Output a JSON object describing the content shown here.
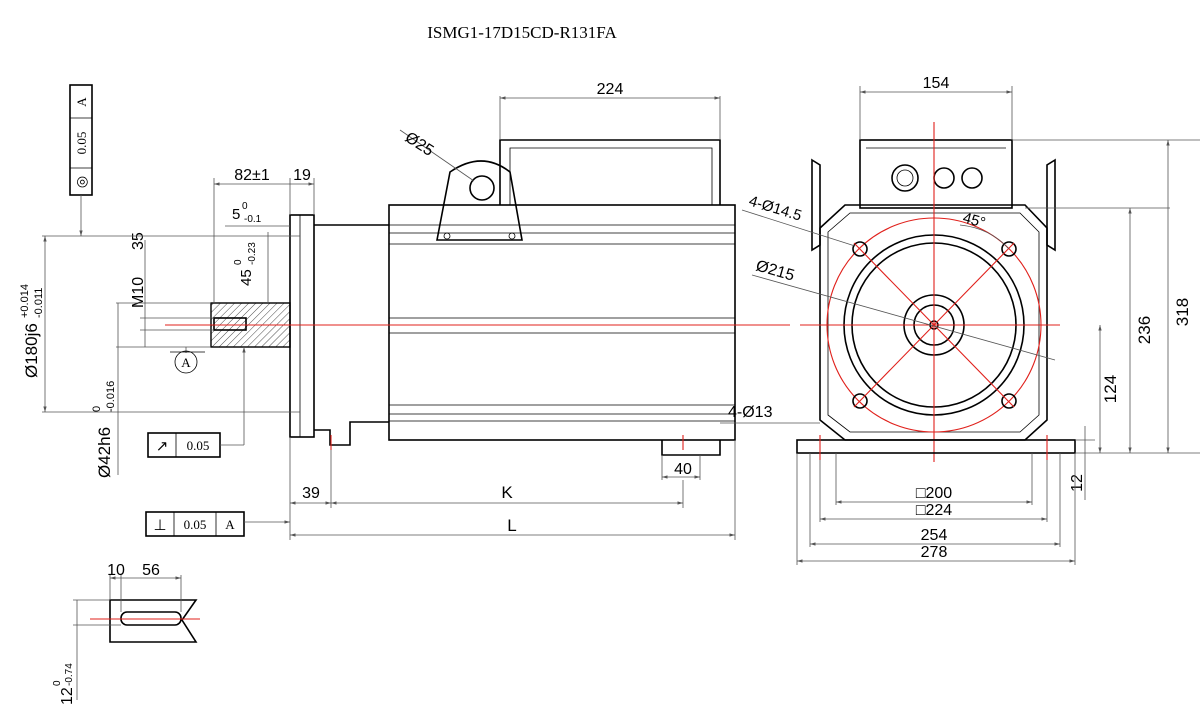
{
  "title": "ISMG1-17D15CD-R131FA",
  "side_view": {
    "dims": {
      "terminal_box_width": "224",
      "lift_hole": "Ø25",
      "shaft_length": "82±1",
      "flange_thickness": "19",
      "key_depth_top": "5",
      "key_depth_top_tol": "-0.1",
      "key_depth_sup": "0",
      "key_length": "45",
      "key_length_sup": "0",
      "key_length_tol": "-0.23",
      "thread_label": "M10",
      "thread_depth": "35",
      "pilot_diameter": "Ø180j6",
      "pilot_tol_upper": "+0.014",
      "pilot_tol_lower": "-0.011",
      "shaft_diameter": "Ø42h6",
      "shaft_tol_upper": "0",
      "shaft_tol_lower": "-0.016",
      "mount_hole": "4-Ø13",
      "foot_offset": "40",
      "shaft_to_foot": "39",
      "k_label": "K",
      "l_label": "L"
    },
    "tolerances": {
      "concentricity_symbol": "◎",
      "concentricity_value": "0.05",
      "concentricity_datum": "A",
      "runout_symbol": "↗",
      "runout_value": "0.05",
      "perpendicularity_symbol": "⊥",
      "perpendicularity_value": "0.05",
      "perpendicularity_datum": "A",
      "datum_label": "A"
    }
  },
  "end_view": {
    "dims": {
      "top_width": "154",
      "flange_holes": "4-Ø14.5",
      "angle": "45°",
      "bolt_circle": "Ø215",
      "height_total": "318",
      "height_flange": "236",
      "shaft_height": "124",
      "foot_thickness": "12",
      "foot_square_200": "□200",
      "foot_square_224": "□224",
      "foot_width_254": "254",
      "foot_width_278": "278"
    }
  },
  "key_detail": {
    "key_offset": "10",
    "key_length": "56",
    "key_depth": "12",
    "key_depth_sup": "0",
    "key_depth_tol": "-0.74"
  },
  "colors": {
    "line": "#000000",
    "dimension": "#555555",
    "centerline": "#e0201b"
  }
}
